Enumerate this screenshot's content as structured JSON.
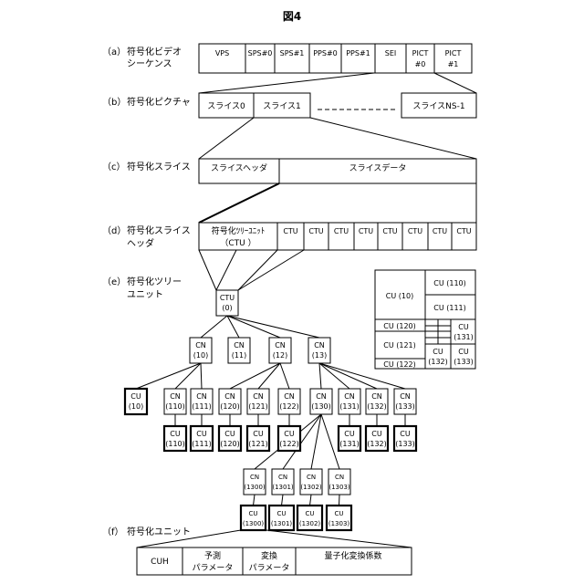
{
  "figure_title": "図4",
  "labels": {
    "a_mark": "（a）",
    "a1": "符号化ビデオ",
    "a2": "シーケンス",
    "b_mark": "（b）",
    "b1": "符号化ピクチャ",
    "c_mark": "（c）",
    "c1": "符号化スライス",
    "d_mark": "（d）",
    "d1": "符号化スライス",
    "d2": "ヘッダ",
    "e_mark": "（e）",
    "e1": "符号化ツリー",
    "e2": "ユニット",
    "f_mark": "（f）",
    "f1": "符号化ユニット"
  },
  "sequence": [
    "VPS",
    "SPS#0",
    "SPS#1",
    "PPS#0",
    "PPS#1",
    "SEI",
    [
      "PICT",
      "#0"
    ],
    [
      "PICT",
      "#1"
    ]
  ],
  "picture": {
    "slice0": "スライス0",
    "slice1": "スライス1",
    "sliceN": "スライスNS-1"
  },
  "slice": {
    "header": "スライスヘッダ",
    "data": "スライスデータ"
  },
  "slice_data": {
    "ctu_first_1": "符号化ﾂﾘｰﾕﾆｯﾄ",
    "ctu_first_2": "（CTU ）",
    "ctu": "CTU"
  },
  "tree": {
    "ctu": [
      "CTU",
      "(0)"
    ],
    "cn10": [
      "CN",
      "(10)"
    ],
    "cn11": [
      "CN",
      "(11)"
    ],
    "cn12": [
      "CN",
      "(12)"
    ],
    "cn13": [
      "CN",
      "(13)"
    ],
    "cu10": [
      "CU",
      "(10)"
    ],
    "cn110": [
      "CN",
      "(110)"
    ],
    "cn111": [
      "CN",
      "(111)"
    ],
    "cn120": [
      "CN",
      "(120)"
    ],
    "cn121": [
      "CN",
      "(121)"
    ],
    "cn122": [
      "CN",
      "(122)"
    ],
    "cn130": [
      "CN",
      "(130)"
    ],
    "cn131": [
      "CN",
      "(131)"
    ],
    "cn132": [
      "CN",
      "(132)"
    ],
    "cn133": [
      "CN",
      "(133)"
    ],
    "cu110": [
      "CU",
      "(110)"
    ],
    "cu111": [
      "CU",
      "(111)"
    ],
    "cu120": [
      "CU",
      "(120)"
    ],
    "cu121": [
      "CU",
      "(121)"
    ],
    "cu122": [
      "CU",
      "(122)"
    ],
    "cu131": [
      "CU",
      "(131)"
    ],
    "cu132": [
      "CU",
      "(132)"
    ],
    "cu133": [
      "CU",
      "(133)"
    ],
    "cn1300": [
      "CN",
      "(1300)"
    ],
    "cn1301": [
      "CN",
      "(1301)"
    ],
    "cn1302": [
      "CN",
      "(1302)"
    ],
    "cn1303": [
      "CN",
      "(1303)"
    ],
    "cu1300": [
      "CU",
      "(1300)"
    ],
    "cu1301": [
      "CU",
      "(1301)"
    ],
    "cu1302": [
      "CU",
      "(1302)"
    ],
    "cu1303": [
      "CU",
      "(1303)"
    ]
  },
  "quadtree": {
    "cu10": "CU (10)",
    "cu110": "CU (110)",
    "cu111": "CU (111)",
    "cu120": "CU (120)",
    "cu121": "CU (121)",
    "cu122": "CU (122)",
    "cu131": [
      "CU",
      "(131)"
    ],
    "cu132": [
      "CU",
      "(132)"
    ],
    "cu133": [
      "CU",
      "(133)"
    ]
  },
  "coding_unit": {
    "cuh": "CUH",
    "pred": [
      "予測",
      "パラメータ"
    ],
    "trans": [
      "変換",
      "パラメータ"
    ],
    "coef": "量子化変換係数"
  }
}
